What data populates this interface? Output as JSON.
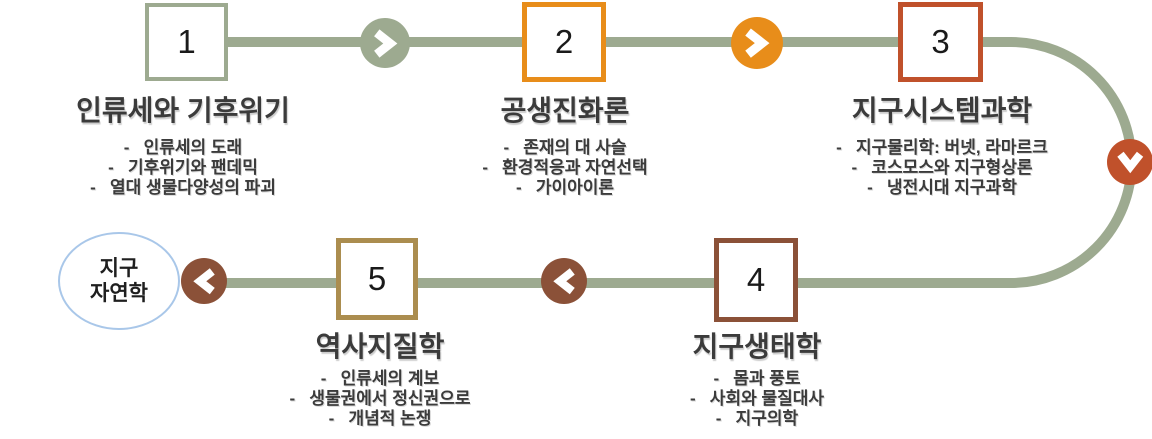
{
  "diagram": {
    "track_color": "#9DAA90",
    "text_color": "#3B3B3B",
    "number_color": "#1A1A1A",
    "steps": [
      {
        "number": "1",
        "accent": "#9DAA90",
        "title": "인류세와 기후위기",
        "bullets": [
          "-   인류세의 도래",
          "-   기후위기와 팬데믹",
          "-   열대 생물다양성의 파괴"
        ]
      },
      {
        "number": "2",
        "accent": "#E88D1A",
        "title": "공생진화론",
        "bullets": [
          "-   존재의 대 사슬",
          "-   환경적응과 자연선택",
          "-   가이아이론"
        ]
      },
      {
        "number": "3",
        "accent": "#C0512B",
        "title": "지구시스템과학",
        "bullets": [
          "-   지구물리학: 버넷, 라마르크",
          "-   코스모스와 지구형상론",
          "-   냉전시대 지구과학"
        ]
      },
      {
        "number": "4",
        "accent": "#8B5138",
        "title": "지구생태학",
        "bullets": [
          "-   몸과 풍토",
          "-   사회와 물질대사",
          "-   지구의학"
        ]
      },
      {
        "number": "5",
        "accent": "#AB8D4F",
        "title": "역사지질학",
        "bullets": [
          "-   인류세의 계보",
          "-   생물권에서 정신권으로",
          "-   개념적 논쟁"
        ]
      }
    ],
    "connectors": [
      {
        "direction": "right",
        "color": "#9DAA90"
      },
      {
        "direction": "right",
        "color": "#E88D1A"
      },
      {
        "direction": "down",
        "color": "#C0512B"
      },
      {
        "direction": "left",
        "color": "#8B5138"
      },
      {
        "direction": "left",
        "color": "#8B5138"
      }
    ],
    "terminal": {
      "line1": "지구",
      "line2": "자연학",
      "border_color": "#A9C7E9"
    }
  }
}
